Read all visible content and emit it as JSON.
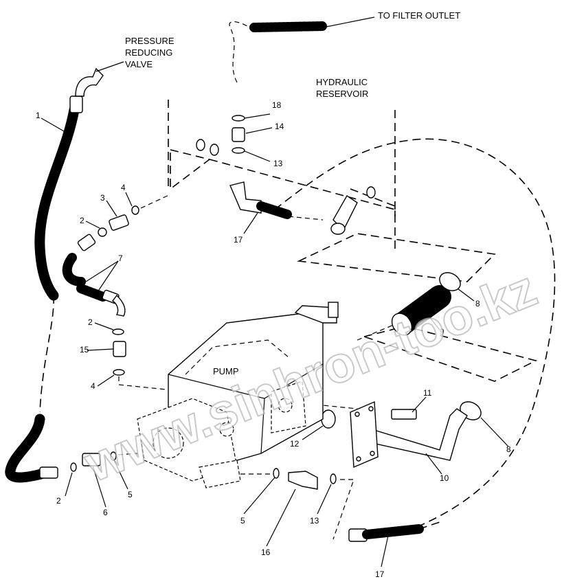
{
  "labels": {
    "filter_outlet": "TO FILTER OUTLET",
    "prv_line1": "PRESSURE",
    "prv_line2": "REDUCING",
    "prv_line3": "VALVE",
    "reservoir_line1": "HYDRAULIC",
    "reservoir_line2": "RESERVOIR",
    "pump": "PUMP"
  },
  "callouts": {
    "n1": "1",
    "n2a": "2",
    "n2b": "2",
    "n2c": "2",
    "n3": "3",
    "n4a": "4",
    "n4b": "4",
    "n5a": "5",
    "n5b": "5",
    "n6": "6",
    "n7": "7",
    "n8a": "8",
    "n8b": "8",
    "n9": "9",
    "n10": "10",
    "n11": "11",
    "n12": "12",
    "n13a": "13",
    "n13b": "13",
    "n14": "14",
    "n15": "15",
    "n16": "16",
    "n17a": "17",
    "n17b": "17",
    "n18": "18"
  },
  "watermark": "www.sinhron-too.kz"
}
